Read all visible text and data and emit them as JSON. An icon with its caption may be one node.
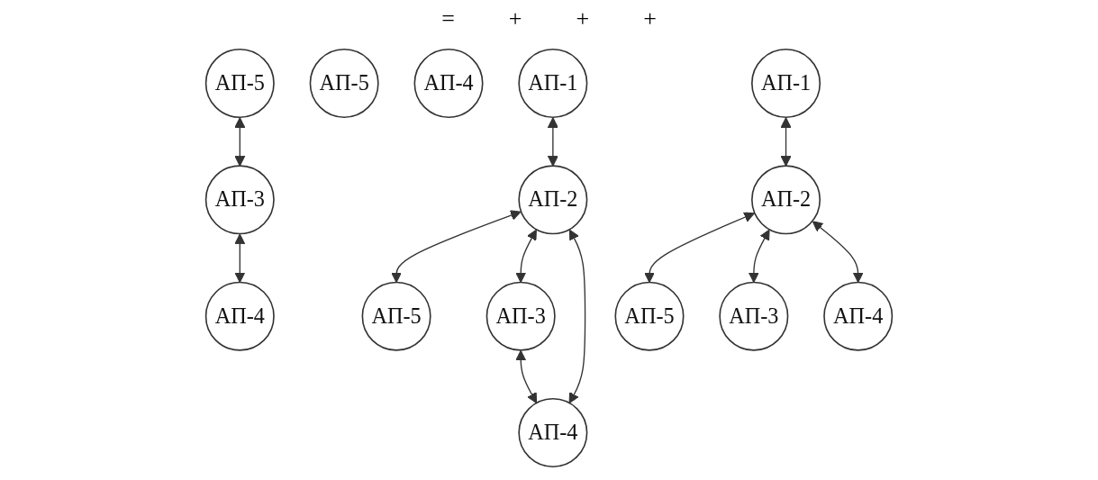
{
  "diagram": {
    "nodes": [
      {
        "text": [
          "АП-1"
        ]
      },
      {
        "text": [
          "АП-2"
        ]
      },
      {
        "text": [
          "АП-5"
        ]
      },
      {
        "text": [
          "АП-3"
        ]
      },
      {
        "text": [
          "АП-4"
        ]
      },
      {
        "text": [
          "АП-5"
        ]
      },
      {
        "text": [
          "АП-4"
        ]
      },
      {
        "text": [
          "АП-5"
        ]
      },
      {
        "text": [
          "АП-3"
        ]
      },
      {
        "text": [
          "АП-4"
        ]
      },
      {
        "text": [
          "АП-1"
        ]
      },
      {
        "text": [
          "АП-2"
        ]
      },
      {
        "text": [
          "АП-5"
        ]
      },
      {
        "text": [
          "АП-3"
        ]
      },
      {
        "text": [
          "АП-4"
        ]
      }
    ],
    "edges": [
      {
        "from": 0,
        "to": 1,
        "arrow": "both"
      },
      {
        "from": 1,
        "to": 2,
        "arrow": "both"
      },
      {
        "from": 1,
        "to": 3,
        "arrow": "both"
      },
      {
        "from": 1,
        "to": 4,
        "arrow": "both"
      },
      {
        "from": 3,
        "to": 4,
        "arrow": "both"
      },
      {
        "from": 7,
        "to": 8,
        "arrow": "both"
      },
      {
        "from": 8,
        "to": 9,
        "arrow": "both"
      },
      {
        "from": 10,
        "to": 11,
        "arrow": "both"
      },
      {
        "from": 11,
        "to": 12,
        "arrow": "both"
      },
      {
        "from": 11,
        "to": 13,
        "arrow": "both"
      },
      {
        "from": 11,
        "to": 14,
        "arrow": "both"
      }
    ],
    "labels": [
      "=",
      "+",
      "+",
      "+"
    ]
  }
}
